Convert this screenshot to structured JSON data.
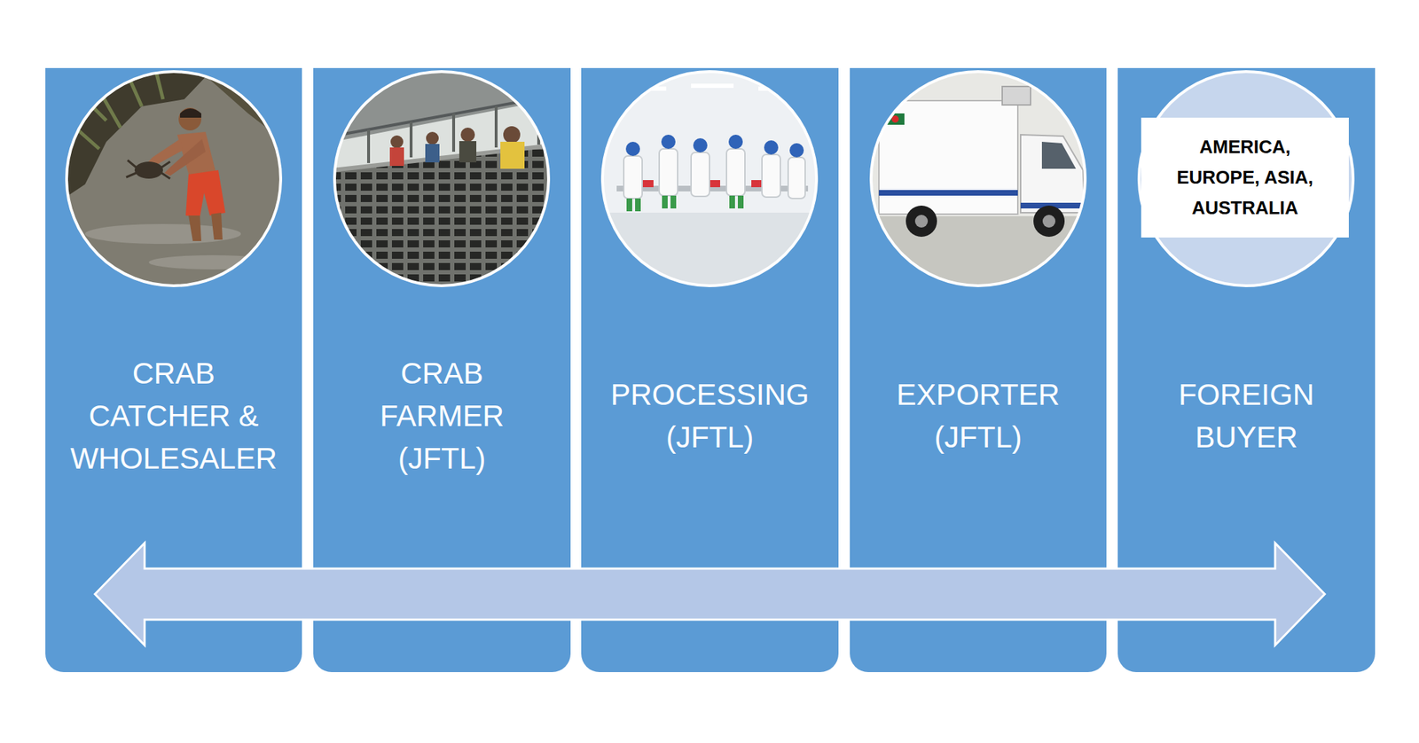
{
  "diagram": {
    "nodes": [
      {
        "text": [
          "CRAB CATCHER & WHOLESALER"
        ]
      },
      {
        "text": [
          "CRAB FARMER (JFTL)"
        ]
      },
      {
        "text": [
          "PROCESSING (JFTL)"
        ]
      },
      {
        "text": [
          "EXPORTER (JFTL)"
        ]
      },
      {
        "text": [
          "FOREIGN BUYER"
        ]
      },
      {
        "text": [
          "AMERICA, EUROPE, ASIA, AUSTRALIA"
        ],
        "in": 4
      }
    ],
    "edges": [
      {
        "from": 0,
        "to": 4,
        "arrow": "both"
      }
    ]
  }
}
